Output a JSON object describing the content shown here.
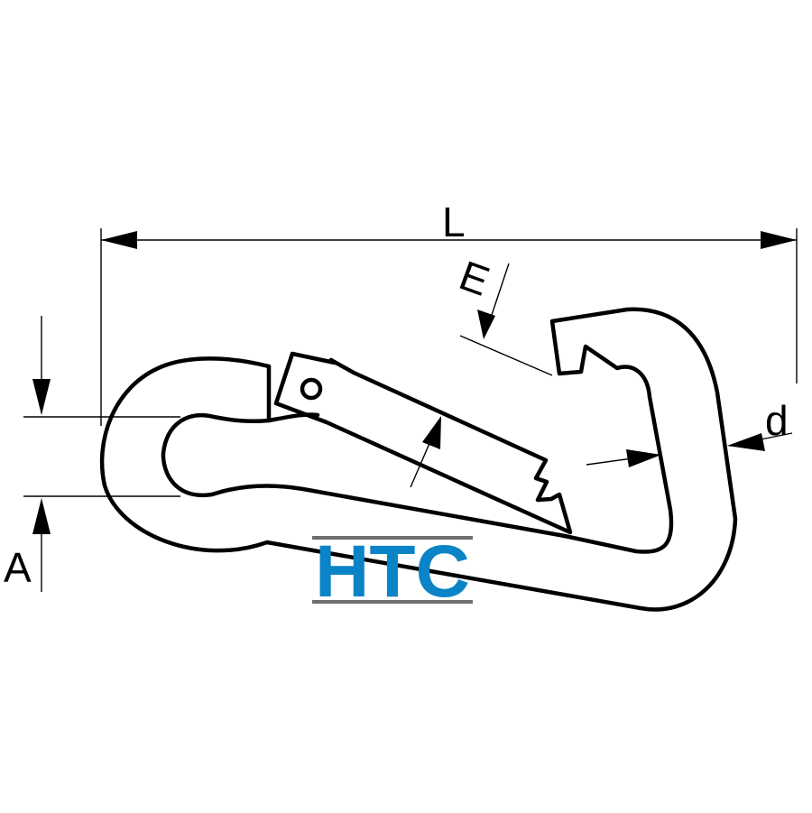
{
  "dimensions": {
    "length_label": "L",
    "gate_opening_label": "E",
    "wire_diameter_label": "d",
    "eye_width_label": "A"
  },
  "logo": {
    "text": "HTC",
    "text_color": "#0a84c6",
    "rule_color": "#6e6e6e"
  },
  "colors": {
    "line": "#000000",
    "background": "#ffffff"
  }
}
